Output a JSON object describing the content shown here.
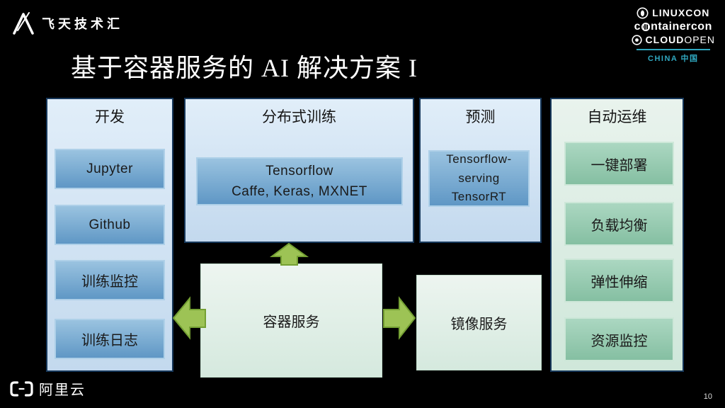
{
  "header": {
    "brand": {
      "text": "飞天技术汇"
    },
    "event": {
      "linuxcon": "LINUXCON",
      "containercon_prefix": "c",
      "containercon_suffix": "ntainercon",
      "cloudopen_bold": "CLOUD",
      "cloudopen_light": "OPEN",
      "country": "CHINA 中国"
    }
  },
  "title": "基于容器服务的 AI 解决方案 I",
  "columns": {
    "dev": {
      "header": "开发",
      "items": [
        "Jupyter",
        "Github",
        "训练监控",
        "训练日志"
      ]
    },
    "training": {
      "header": "分布式训练",
      "box": {
        "line1": "Tensorflow",
        "line2": "Caffe, Keras, MXNET"
      }
    },
    "predict": {
      "header": "预测",
      "box": {
        "line1": "Tensorflow-",
        "line2": "serving",
        "line3": "TensorRT"
      }
    },
    "ops": {
      "header": "自动运维",
      "items": [
        "一键部署",
        "负载均衡",
        "弹性伸缩",
        "资源监控"
      ]
    }
  },
  "flow": {
    "container_service": "容器服务",
    "registry_service": "镜像服务"
  },
  "footer": {
    "brand": "阿里云",
    "page_number": "10"
  },
  "colors": {
    "background": "#000000",
    "panel_blue_top": "#e1eef9",
    "panel_blue_bottom": "#c3d9ee",
    "box_blue_top": "#9ac3e0",
    "box_blue_bottom": "#5f97c5",
    "panel_green_top": "#e9f3ed",
    "panel_green_bottom": "#cfe7da",
    "box_green_top": "#abd7c1",
    "box_green_bottom": "#85bfa2",
    "flow_box_top": "#edf5f0",
    "flow_box_bottom": "#d5e9de",
    "arrow_green": "#9dc355",
    "arrow_border": "#74a033",
    "accent_teal": "#2fa8c0",
    "panel_border": "#16375a"
  }
}
